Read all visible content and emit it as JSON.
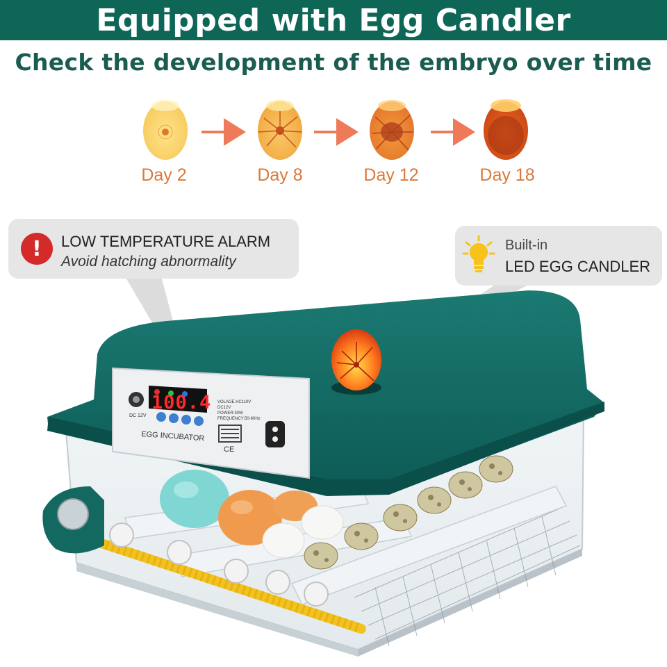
{
  "header": {
    "title": "Equipped with Egg Candler",
    "subtitle": "Check the development of the embryo over time"
  },
  "stages": [
    {
      "label": "Day 2"
    },
    {
      "label": "Day 8"
    },
    {
      "label": "Day 12"
    },
    {
      "label": "Day 18"
    }
  ],
  "callouts": {
    "alarm": {
      "title": "LOW TEMPERATURE ALARM",
      "subtitle": "Avoid hatching abnormality",
      "icon": "exclamation-icon",
      "icon_glyph": "!"
    },
    "candler": {
      "line1": "Built-in",
      "line2": "LED EGG CANDLER",
      "icon": "lightbulb-icon"
    }
  },
  "panel": {
    "display_value": "100.4",
    "dc_label": "DC 12V",
    "spec_lines": [
      "VOLAGE:AC110V",
      "DC12V",
      "POWER:30W",
      "FREQUENCY:50-60Hz"
    ],
    "brand_label": "EGG INCUBATOR",
    "cert_marks": "CE"
  },
  "colors": {
    "brand_teal": "#0e6657",
    "subtitle_green": "#1a5c50",
    "day_label_orange": "#d97a3a",
    "arrow": "#ef7a5a",
    "alarm_red": "#d42a2a",
    "roller_yellow": "#f3c21e"
  }
}
